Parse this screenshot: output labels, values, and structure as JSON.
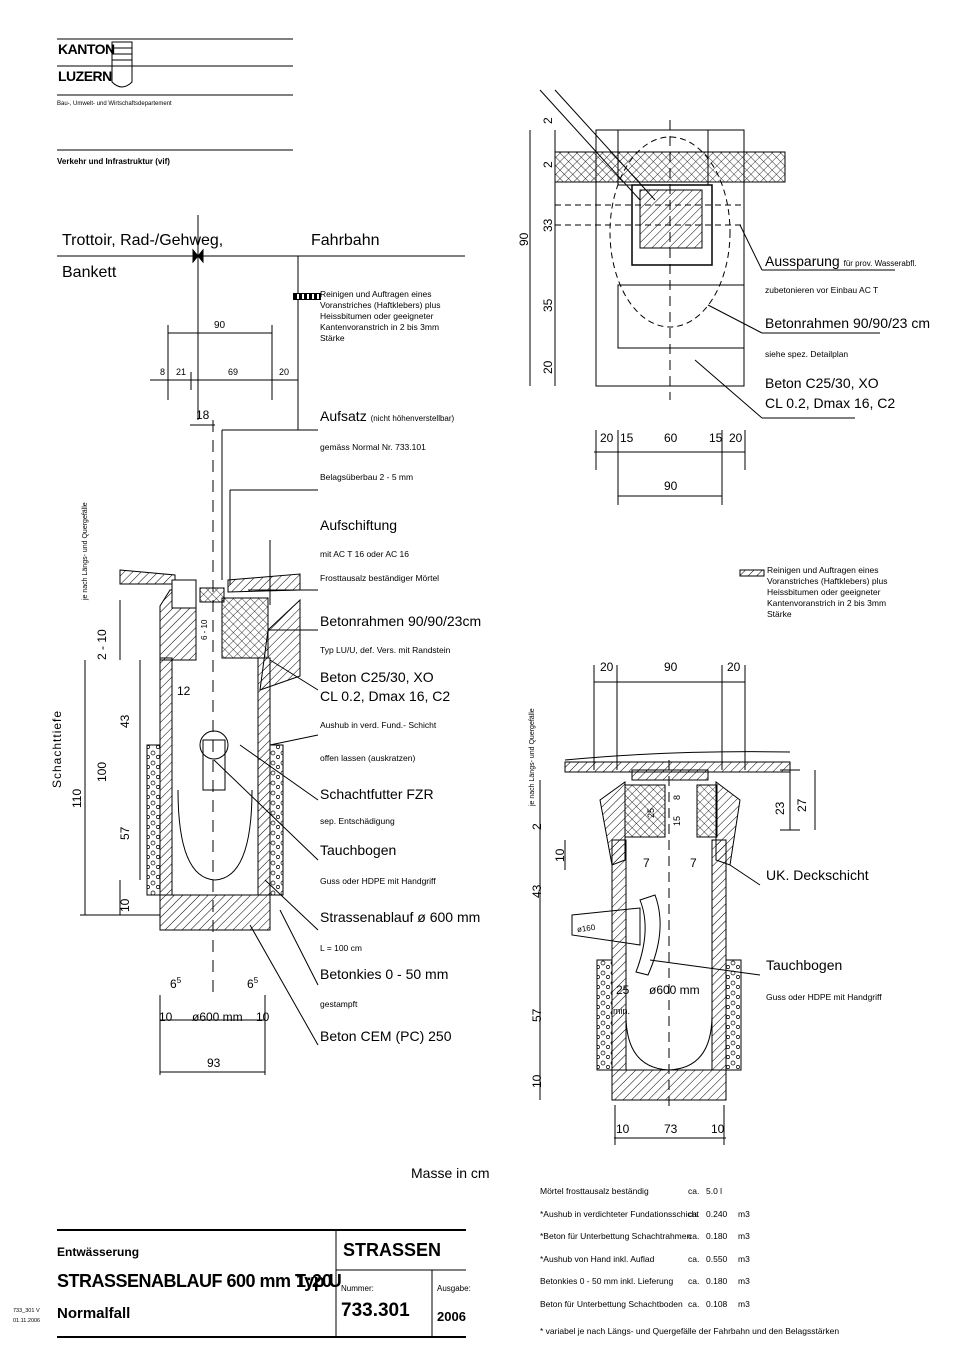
{
  "header": {
    "logo_line1": "KANTON",
    "logo_line2": "LUZERN",
    "department": "Bau-, Umwelt- und Wirtschaftsdepartement",
    "division": "Verkehr und Infrastruktur (vif)"
  },
  "left_section": {
    "label_left_1": "Trottoir, Rad-/Gehweg,",
    "label_left_2": "Bankett",
    "label_right": "Fahrbahn",
    "dim_90": "90",
    "dim_8": "8",
    "dim_21": "21",
    "dim_69": "69",
    "dim_20": "20",
    "dim_18": "18",
    "dim_2_10": "2 - 10",
    "dim_43": "43",
    "dim_12": "12",
    "dim_100": "100",
    "dim_110": "110",
    "dim_57": "57",
    "dim_10": "10",
    "dim_6_5a": "6",
    "dim_6_5b": "6",
    "sup_5": "5",
    "dim_10a": "10",
    "dim_600": "ø600 mm",
    "dim_10b": "10",
    "dim_93": "93",
    "schachttiefe": "Schachttiefe",
    "slope_note": "je nach Längs- und Quergefälle",
    "dim_6_10": "6 - 10"
  },
  "annotations": {
    "reinigen_1": "Reinigen und Auftragen eines",
    "reinigen_2": "Voranstriches (Haftklebers) plus",
    "reinigen_3": "Heissbitumen oder  geeigneter",
    "reinigen_4": "Kantenvoranstrich in 2 bis 3mm",
    "reinigen_5": "Stärke",
    "aufsatz": "Aufsatz",
    "aufsatz_note": "(nicht höhenverstellbar)",
    "aufsatz_sub": "gemäss Normal Nr. 733.101",
    "belag": "Belagsüberbau 2 - 5 mm",
    "aufschiftung": "Aufschiftung",
    "aufschiftung_sub": "mit AC T 16 oder AC 16",
    "frost": "Frosttausalz beständiger Mörtel",
    "betonrahmen": "Betonrahmen 90/90/23cm",
    "betonrahmen_sub": "Typ LU/U, def. Vers. mit Randstein",
    "beton_1": "Beton C25/30, XO",
    "beton_2": "CL 0.2, Dmax 16, C2",
    "aushub": "Aushub in verd. Fund.- Schicht",
    "offen": "offen lassen (auskratzen)",
    "schachtfutter": "Schachtfutter FZR",
    "schachtfutter_sub": "sep. Entschädigung",
    "tauchbogen": "Tauchbogen",
    "tauchbogen_sub": "Guss oder HDPE mit Handgriff",
    "strassenablauf": "Strassenablauf ø 600 mm",
    "strassenablauf_sub": "L = 100 cm",
    "betonkies": "Betonkies 0 - 50 mm",
    "betonkies_sub": "gestampft",
    "beton_cem": "Beton CEM (PC) 250"
  },
  "top_right": {
    "dim_2a": "2",
    "dim_2b": "2",
    "dim_33": "33",
    "dim_90": "90",
    "dim_35": "35",
    "dim_20": "20",
    "aussparung": "Aussparung",
    "aussparung_note": "für prov. Wasserabfl.",
    "aussparung_sub": "zubetonieren vor Einbau AC T",
    "betonrahmen": "Betonrahmen 90/90/23 cm",
    "betonrahmen_sub": "siehe spez. Detailplan",
    "beton_1": "Beton C25/30, XO",
    "beton_2": "CL 0.2, Dmax 16, C2",
    "dims_bottom": [
      "20",
      "15",
      "60",
      "15",
      "20"
    ],
    "dim_total": "90"
  },
  "bottom_right": {
    "reinigen_1": "Reinigen und Auftragen eines",
    "reinigen_2": "Voranstriches (Haftklebers) plus",
    "reinigen_3": "Heissbitumen oder  geeigneter",
    "reinigen_4": "Kantenvoranstrich in 2 bis 3mm",
    "reinigen_5": "Stärke",
    "dim_20a": "20",
    "dim_90": "90",
    "dim_20b": "20",
    "slope_note": "je nach Längs- und Quergefälle",
    "dim_23": "23",
    "dim_27": "27",
    "dim_25": "25",
    "dim_8": "8",
    "dim_15": "15",
    "dim_2": "2",
    "dim_10": "10",
    "dim_7a": "7",
    "dim_7b": "7",
    "uk": "UK. Deckschicht",
    "dim_43": "43",
    "dim_160": "ø160",
    "tauchbogen": "Tauchbogen",
    "tauchbogen_sub": "Guss oder HDPE mit Handgriff",
    "dim_25min": "25",
    "min": "min.",
    "dim_600": "ø600 mm",
    "dim_57": "57",
    "dim_10b": "10",
    "dims_bottom": [
      "10",
      "73",
      "10"
    ]
  },
  "masse": "Masse in cm",
  "quantities": [
    {
      "label": "Mörtel frosttausalz beständig",
      "ca": "ca.",
      "value": "5.0 l",
      "unit": ""
    },
    {
      "label": "*Aushub in verdichteter Fundationsschicht",
      "ca": "ca.",
      "value": "0.240",
      "unit": "m3"
    },
    {
      "label": "*Beton für Unterbettung Schachtrahmen",
      "ca": "ca.",
      "value": "0.180",
      "unit": "m3"
    },
    {
      "label": "*Aushub von Hand inkl. Auflad",
      "ca": "ca.",
      "value": "0.550",
      "unit": "m3"
    },
    {
      "label": "Betonkies 0 - 50 mm inkl. Lieferung",
      "ca": "ca.",
      "value": "0.180",
      "unit": "m3"
    },
    {
      "label": "Beton für Unterbettung Schachtboden",
      "ca": "ca.",
      "value": "0.108",
      "unit": "m3"
    }
  ],
  "footnote": "* variabel je nach Längs- und Quergefälle der Fahrbahn und den Belagsstärken",
  "title_block": {
    "category": "Entwässerung",
    "title": "STRASSENABLAUF 600 mm Typ U",
    "scale": "1:20",
    "subtitle": "Normalfall",
    "section": "STRASSEN",
    "number_label": "Nummer:",
    "number": "733.301",
    "edition_label": "Ausgabe:",
    "edition": "2006",
    "side_code_1": "733_301 V",
    "side_code_2": "01.11.2006"
  }
}
